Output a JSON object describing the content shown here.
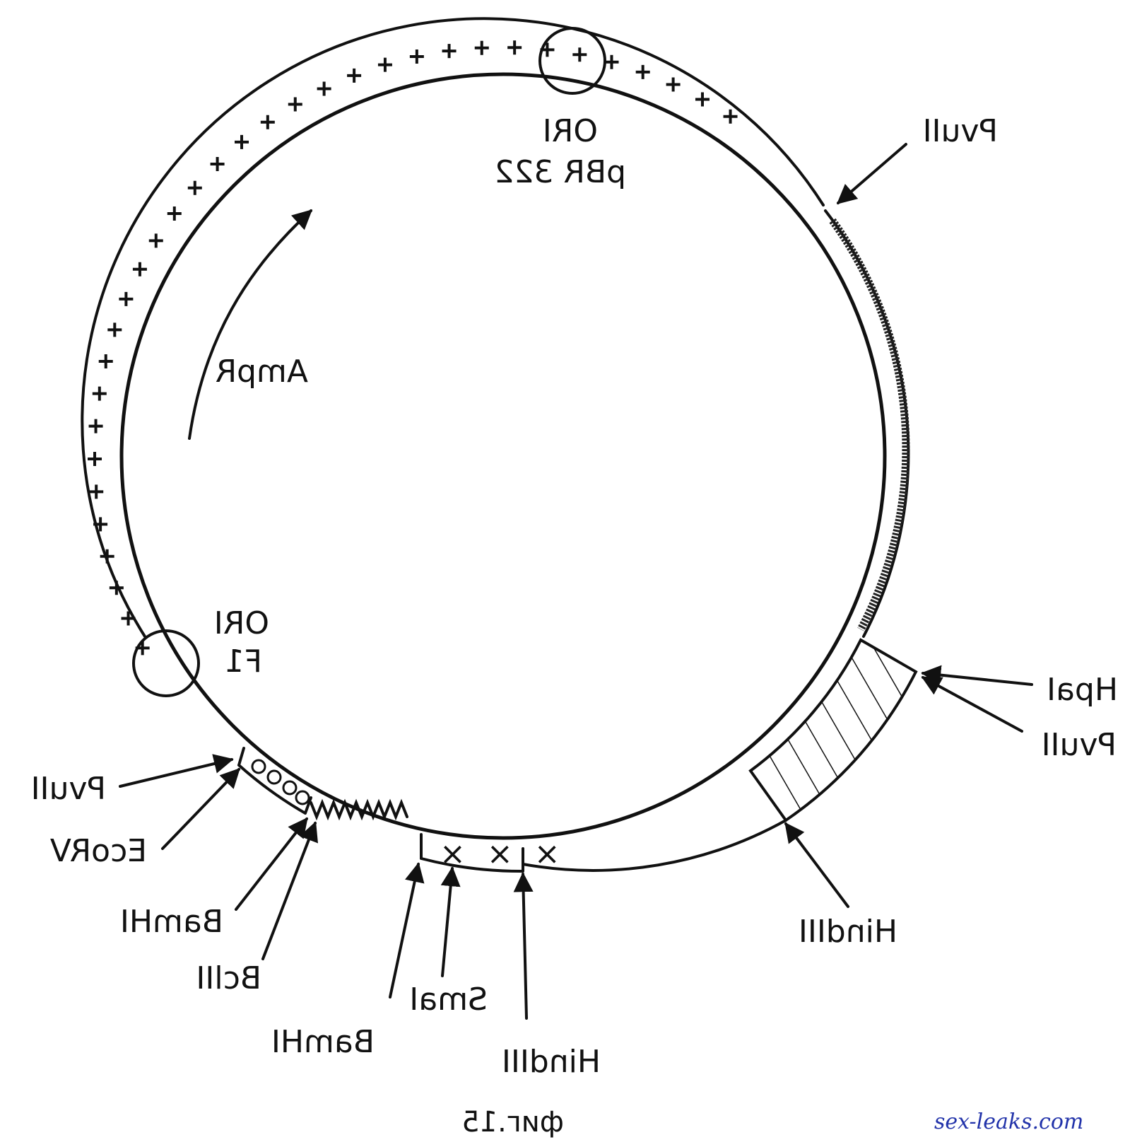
{
  "labels": {
    "ori_pbr": "ORI",
    "pbr322": "pBR 322",
    "amp_r": "AmpR",
    "ori_f1": "ORI",
    "f1": "F1",
    "pvu2_top": "PvuII",
    "hpa1": "HpaI",
    "pvu2_right": "PvuII",
    "hind3_right": "HindIII",
    "pvu2_left": "PvuII",
    "eco_rv": "EcoRV",
    "bam_h1_a": "BamHI",
    "bcl2": "BclII",
    "bam_h1_b": "BamHI",
    "sma1": "SmaI",
    "hind3_bottom": "HindIII"
  },
  "caption": "фиг.15",
  "watermark": "sex-leaks.com",
  "colors": {
    "ink": "#111111",
    "watermark": "#2233aa"
  }
}
